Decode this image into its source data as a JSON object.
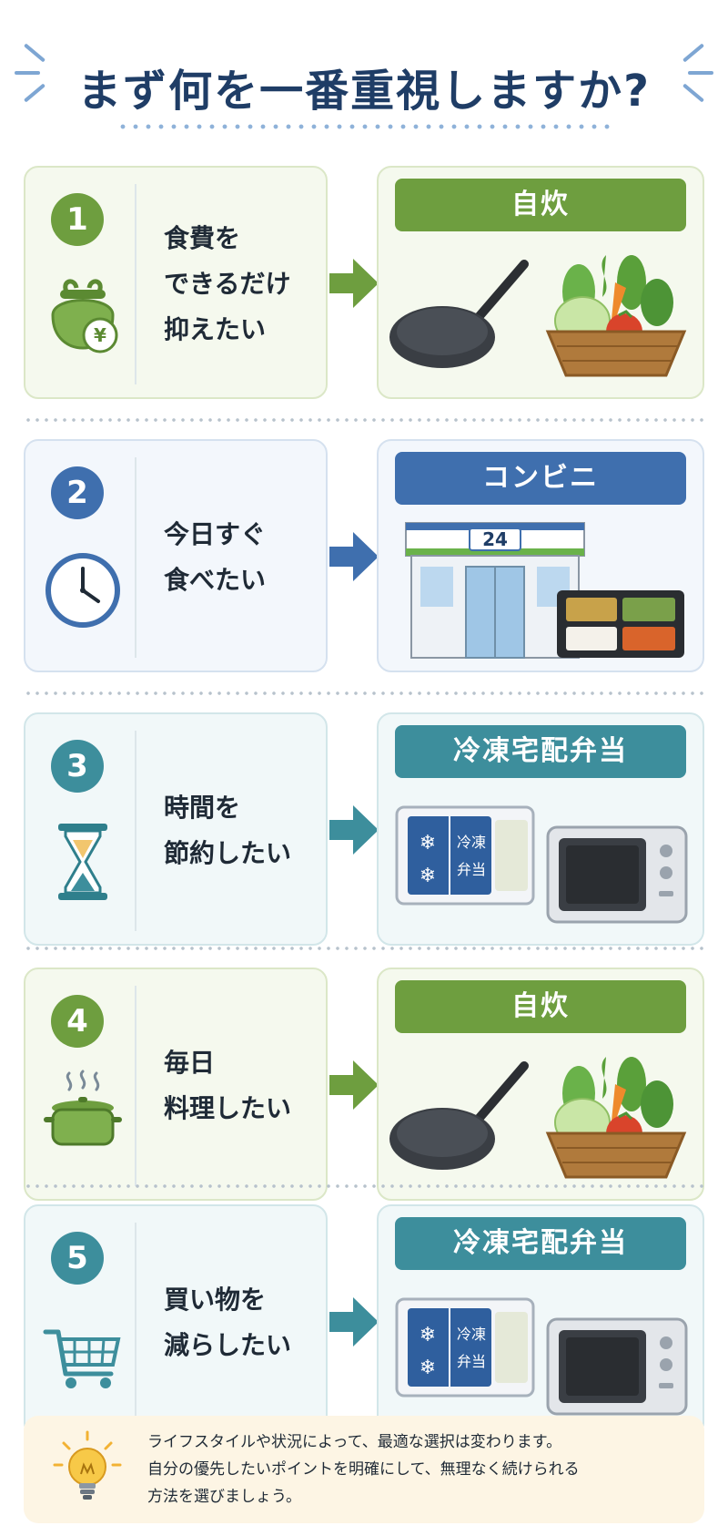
{
  "title": "まず何を一番重視しますか?",
  "rows": [
    {
      "number": "1",
      "left_icon": "yen-purse-icon",
      "left_lines": [
        "食費を",
        "できるだけ",
        "抑えたい"
      ],
      "option": "自炊",
      "illustration": "frying-pan-and-vegetable-basket",
      "color": "#6e9e3f",
      "card_bg": "#f5f9ee",
      "border": "#dbe7c7"
    },
    {
      "number": "2",
      "left_icon": "clock-icon",
      "left_lines": [
        "今日すぐ",
        "食べたい"
      ],
      "option": "コンビニ",
      "illustration": "convenience-store-and-bento",
      "store_sign": "24",
      "color": "#3f6fae",
      "card_bg": "#f3f7fc",
      "border": "#d5e1ef"
    },
    {
      "number": "3",
      "left_icon": "hourglass-icon",
      "left_lines": [
        "時間を",
        "節約したい"
      ],
      "option": "冷凍宅配弁当",
      "illustration": "frozen-bento-and-microwave",
      "package_label": [
        "冷凍",
        "弁当"
      ],
      "color": "#3d8e9c",
      "card_bg": "#f1f8f9",
      "border": "#d2e6e9"
    },
    {
      "number": "4",
      "left_icon": "cooking-pot-icon",
      "left_lines": [
        "毎日",
        "料理したい"
      ],
      "option": "自炊",
      "illustration": "frying-pan-and-vegetable-basket",
      "color": "#6e9e3f",
      "card_bg": "#f5f9ee",
      "border": "#dbe7c7"
    },
    {
      "number": "5",
      "left_icon": "shopping-cart-icon",
      "left_lines": [
        "買い物を",
        "減らしたい"
      ],
      "option": "冷凍宅配弁当",
      "illustration": "frozen-bento-and-microwave",
      "package_label": [
        "冷凍",
        "弁当"
      ],
      "color": "#3d8e9c",
      "card_bg": "#f1f8f9",
      "border": "#d2e6e9"
    }
  ],
  "footer": {
    "icon": "light-bulb-icon",
    "lines": [
      "ライフスタイルや状況によって、最適な選択は変わります。",
      "自分の優先したいポイントを明確にして、無理なく続けられる",
      "方法を選びましょう。"
    ]
  }
}
